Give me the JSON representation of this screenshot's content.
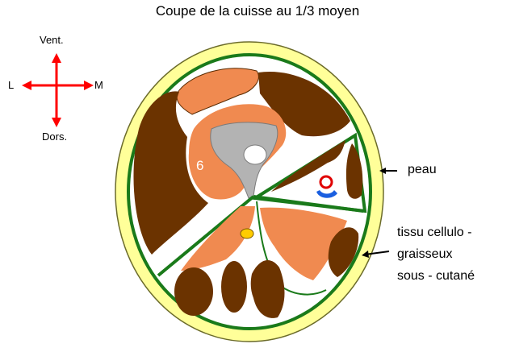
{
  "title": "Coupe de la cuisse au 1/3 moyen",
  "orientation": {
    "ventral": "Vent.",
    "dorsal": "Dors.",
    "lateral": "L",
    "medial": "M"
  },
  "labels": {
    "skin": "peau",
    "subcutaneous_line1": "tissu cellulo -",
    "subcutaneous_line2": "graisseux",
    "subcutaneous_line3": "sous - cutané",
    "muscle_number": "6"
  },
  "colors": {
    "skin_fill": "#ffff99",
    "fascia": "#1a7a1a",
    "muscle_dark": "#6b3300",
    "muscle_light": "#f08a50",
    "bone": "#b3b3b3",
    "artery": "#e00000",
    "vein": "#1a5fe0",
    "nerve": "#ffcc00",
    "arrow_red": "#ff0000"
  }
}
